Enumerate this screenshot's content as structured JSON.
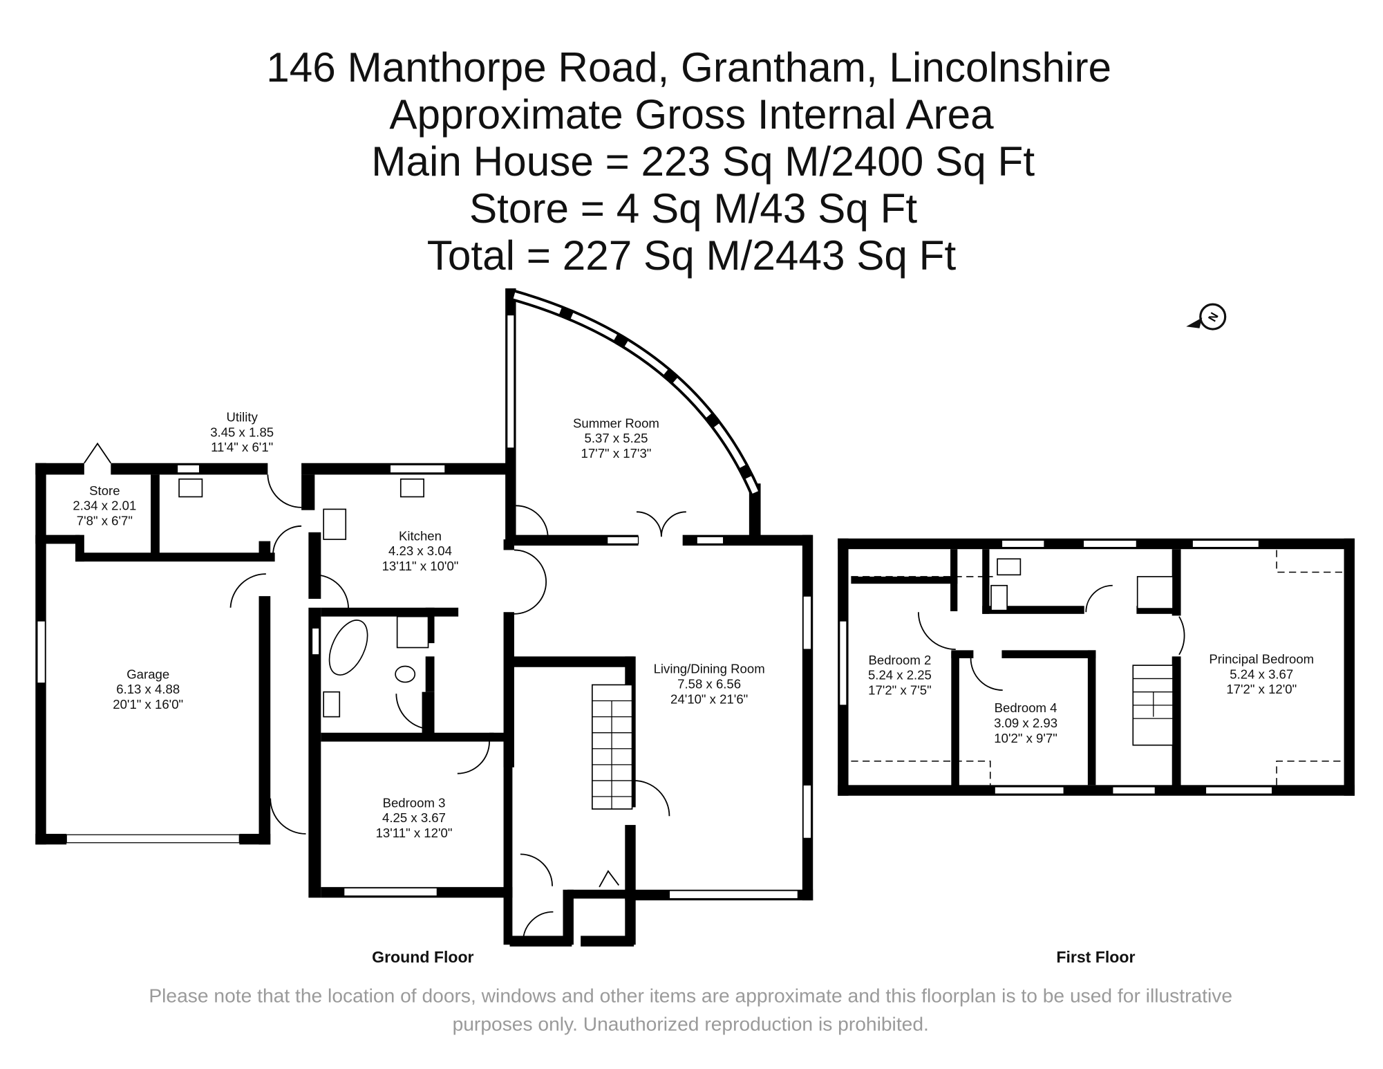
{
  "header": {
    "lines": [
      "146 Manthorpe Road, Grantham, Lincolnshire",
      "Approximate Gross Internal Area",
      "Main House = 223 Sq M/2400 Sq Ft",
      "Store = 4 Sq M/43 Sq Ft",
      "Total = 227 Sq M/2443 Sq Ft"
    ]
  },
  "compass": {
    "icon": "north-arrow-icon",
    "label": "N"
  },
  "ground_floor": {
    "label": "Ground Floor",
    "rooms": [
      {
        "name": "Utility",
        "metric": "3.45 x 1.85",
        "imperial": "11'4\" x 6'1\""
      },
      {
        "name": "Store",
        "metric": "2.34 x 2.01",
        "imperial": "7'8\" x 6'7\""
      },
      {
        "name": "Summer Room",
        "metric": "5.37 x 5.25",
        "imperial": "17'7\" x 17'3\""
      },
      {
        "name": "Kitchen",
        "metric": "4.23 x 3.04",
        "imperial": "13'11\" x 10'0\""
      },
      {
        "name": "Garage",
        "metric": "6.13 x 4.88",
        "imperial": "20'1\" x 16'0\""
      },
      {
        "name": "Living/Dining Room",
        "metric": "7.58 x 6.56",
        "imperial": "24'10\" x 21'6\""
      },
      {
        "name": "Bedroom 3",
        "metric": "4.25 x 3.67",
        "imperial": "13'11\" x 12'0\""
      }
    ]
  },
  "first_floor": {
    "label": "First Floor",
    "rooms": [
      {
        "name": "Bedroom 2",
        "metric": "5.24 x 2.25",
        "imperial": "17'2\" x 7'5\""
      },
      {
        "name": "Bedroom 4",
        "metric": "3.09 x 2.93",
        "imperial": "10'2\" x 9'7\""
      },
      {
        "name": "Principal Bedroom",
        "metric": "5.24 x 3.67",
        "imperial": "17'2\" x 12'0\""
      }
    ]
  },
  "footer": {
    "lines": [
      "Please note that the location of doors, windows and other items are approximate and this floorplan is to be used for illustrative",
      "purposes only. Unauthorized reproduction is prohibited."
    ]
  }
}
